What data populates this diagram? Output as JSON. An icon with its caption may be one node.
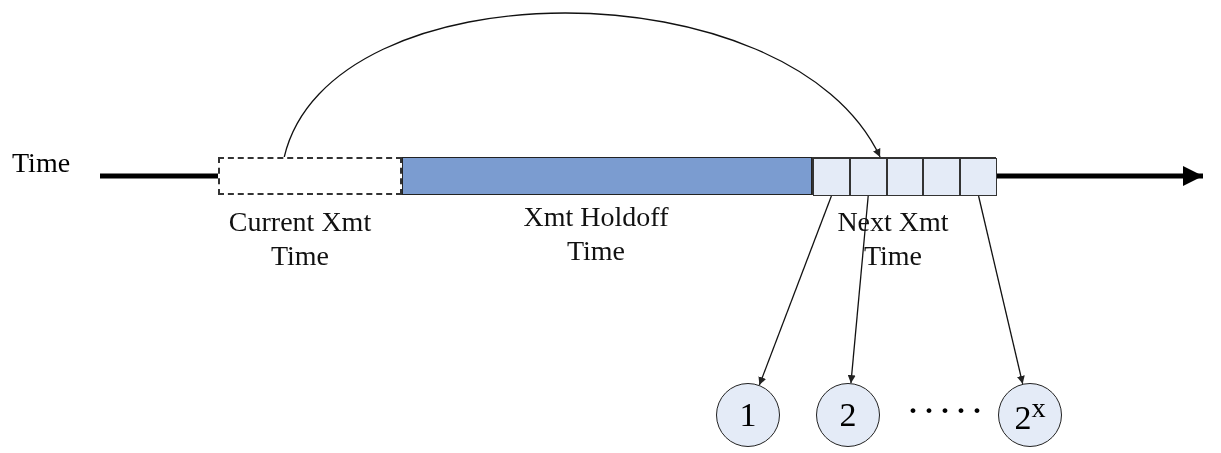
{
  "diagram": {
    "nodes": [
      {
        "text": [],
        "shape": "box",
        "beside": [
          "Current Xmt Time"
        ]
      },
      {
        "text": [],
        "shape": "box",
        "beside": [
          "Xmt Holdoff Time"
        ]
      },
      {
        "text": [],
        "shape": "box",
        "beside": [
          "Next Xmt Time"
        ]
      },
      {
        "text": [],
        "shape": "box",
        "in": 2
      },
      {
        "text": [],
        "shape": "box",
        "in": 2
      },
      {
        "text": [],
        "shape": "box",
        "in": 2
      },
      {
        "text": [],
        "shape": "box",
        "in": 2
      },
      {
        "text": [],
        "shape": "box",
        "in": 2
      },
      {
        "text": [
          "1"
        ]
      },
      {
        "text": [
          "2"
        ]
      },
      {
        "text": [
          "2$^{x}$"
        ]
      }
    ],
    "edges": [
      {
        "from": 0,
        "to": 2,
        "arrow": "to"
      },
      {
        "from": 3,
        "to": 8,
        "arrow": "to"
      },
      {
        "from": 4,
        "to": 9,
        "arrow": "to"
      },
      {
        "from": 7,
        "to": 10,
        "arrow": "to"
      }
    ],
    "labels": [
      "Time",
      "·····"
    ]
  }
}
